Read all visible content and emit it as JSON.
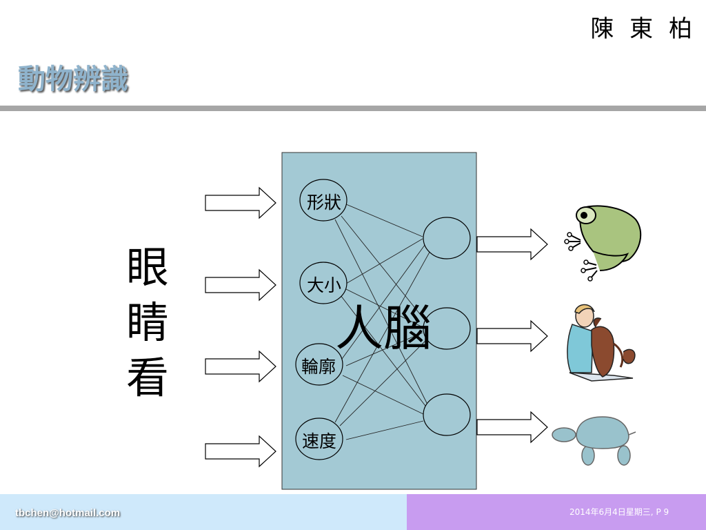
{
  "slide": {
    "author": "陳 東 柏",
    "title": "動物辨識"
  },
  "diagram": {
    "left_label": [
      "眼",
      "睛",
      "看"
    ],
    "brain_label": "人腦",
    "input_nodes": [
      "形狀",
      "大小",
      "輪廓",
      "速度"
    ],
    "output_node_count": 3,
    "outputs": [
      "frog-icon",
      "girl-hugging-dog-icon",
      "turtle-icon"
    ],
    "colors": {
      "brain_box": "#a3c9d4",
      "frog": "#a9c47f",
      "turtle": "#99c2cc",
      "dog": "#8b4a2f",
      "title": "#8fb3cc"
    }
  },
  "footer": {
    "email": "tbchen@hotmail.com",
    "page_info": "2014年6月4日星期三, P 9",
    "colors": {
      "left": "#cfe9fb",
      "right": "#c89cf0"
    }
  }
}
